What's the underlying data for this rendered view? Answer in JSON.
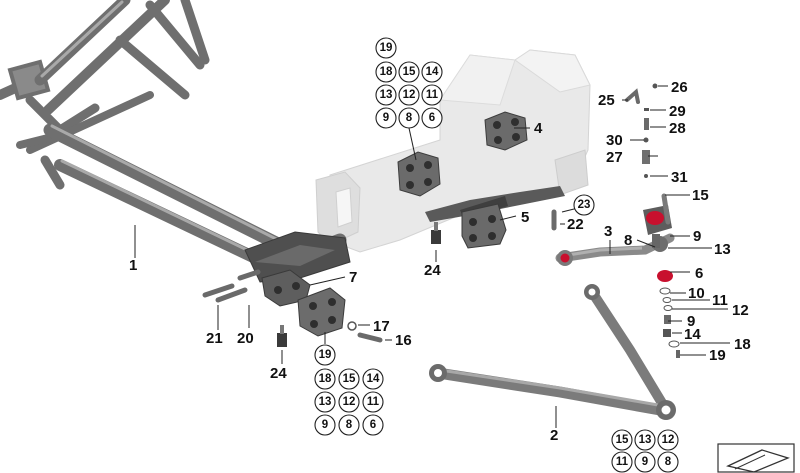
{
  "diagram": {
    "callouts": [
      {
        "id": "c1",
        "text": "1"
      },
      {
        "id": "c2",
        "text": "2"
      },
      {
        "id": "c3",
        "text": "3"
      },
      {
        "id": "c4",
        "text": "4"
      },
      {
        "id": "c5",
        "text": "5"
      },
      {
        "id": "c6",
        "text": "6"
      },
      {
        "id": "c7",
        "text": "7"
      },
      {
        "id": "c8",
        "text": "8"
      },
      {
        "id": "c9a",
        "text": "9"
      },
      {
        "id": "c9b",
        "text": "9"
      },
      {
        "id": "c10",
        "text": "10"
      },
      {
        "id": "c11",
        "text": "11"
      },
      {
        "id": "c12",
        "text": "12"
      },
      {
        "id": "c13",
        "text": "13"
      },
      {
        "id": "c14",
        "text": "14"
      },
      {
        "id": "c15",
        "text": "15"
      },
      {
        "id": "c16",
        "text": "16"
      },
      {
        "id": "c17",
        "text": "17"
      },
      {
        "id": "c18",
        "text": "18"
      },
      {
        "id": "c19",
        "text": "19"
      },
      {
        "id": "c20",
        "text": "20"
      },
      {
        "id": "c21",
        "text": "21"
      },
      {
        "id": "c22",
        "text": "22"
      },
      {
        "id": "c24a",
        "text": "24"
      },
      {
        "id": "c24b",
        "text": "24"
      },
      {
        "id": "c25",
        "text": "25"
      },
      {
        "id": "c26",
        "text": "26"
      },
      {
        "id": "c27",
        "text": "27"
      },
      {
        "id": "c28",
        "text": "28"
      },
      {
        "id": "c29",
        "text": "29"
      },
      {
        "id": "c30",
        "text": "30"
      },
      {
        "id": "c31",
        "text": "31"
      }
    ],
    "circled_groups": [
      {
        "name": "group-top",
        "rows": [
          [
            "19"
          ],
          [
            "18",
            "15",
            "14"
          ],
          [
            "13",
            "12",
            "11"
          ],
          [
            "9",
            "8",
            "6"
          ]
        ]
      },
      {
        "name": "group-bottom",
        "rows": [
          [
            "19"
          ],
          [
            "18",
            "15",
            "14"
          ],
          [
            "13",
            "12",
            "11"
          ],
          [
            "9",
            "8",
            "6"
          ]
        ]
      },
      {
        "name": "group-lower-right",
        "rows": [
          [
            "15",
            "13",
            "12"
          ],
          [
            "11",
            "9",
            "8"
          ]
        ]
      },
      {
        "name": "group-23",
        "rows": [
          [
            "23"
          ]
        ]
      }
    ],
    "colors": {
      "frame": "#7a7a7a",
      "frame_dark": "#4e4e4e",
      "engine": "#e6e6e6",
      "bushing": "#c8102e"
    }
  }
}
